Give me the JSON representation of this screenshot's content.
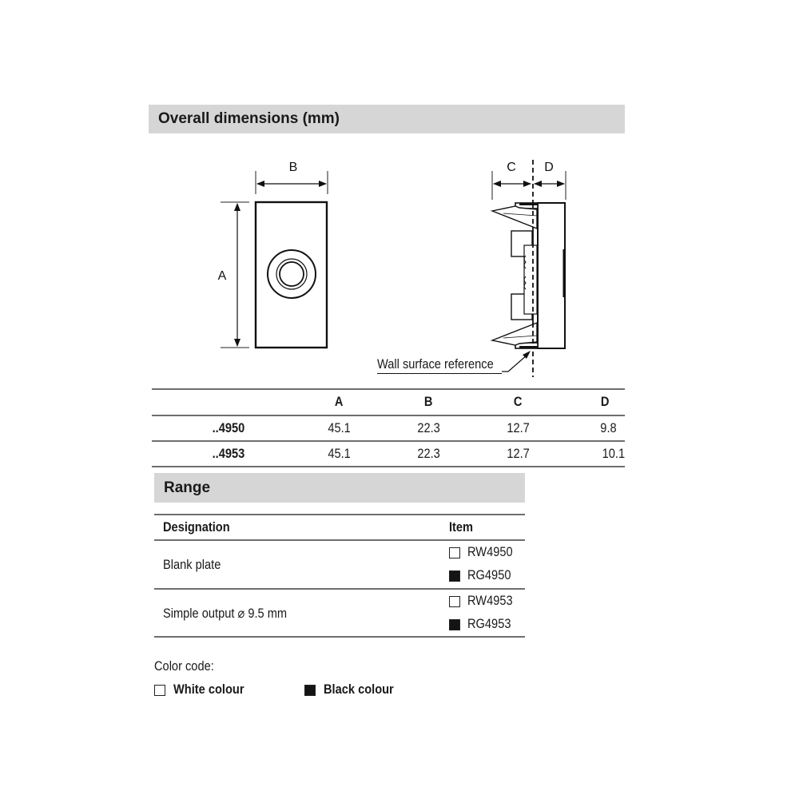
{
  "overall": {
    "title": "Overall dimensions (mm)",
    "front_view": {
      "width_label": "B",
      "height_label": "A"
    },
    "side_view": {
      "left_label": "C",
      "right_label": "D",
      "reference_label": "Wall surface reference"
    },
    "table": {
      "headers": [
        "",
        "A",
        "B",
        "C",
        "D"
      ],
      "rows": [
        {
          "ref": "..4950",
          "A": "45.1",
          "B": "22.3",
          "C": "12.7",
          "D": "9.8"
        },
        {
          "ref": "..4953",
          "A": "45.1",
          "B": "22.3",
          "C": "12.7",
          "D": "10.1"
        }
      ]
    }
  },
  "range": {
    "title": "Range",
    "headers": {
      "designation": "Designation",
      "item": "Item"
    },
    "rows": [
      {
        "designation": "Blank plate",
        "items": [
          {
            "code": "RW4950",
            "color": "white"
          },
          {
            "code": "RG4950",
            "color": "black"
          }
        ]
      },
      {
        "designation": "Simple output ⌀ 9.5 mm",
        "items": [
          {
            "code": "RW4953",
            "color": "white"
          },
          {
            "code": "RG4953",
            "color": "black"
          }
        ]
      }
    ]
  },
  "color_code": {
    "label": "Color code:",
    "white": "White colour",
    "black": "Black colour"
  },
  "colors": {
    "section_bar": "#d6d6d6",
    "rule": "#6e6e6e",
    "black_swatch": "#141414"
  }
}
